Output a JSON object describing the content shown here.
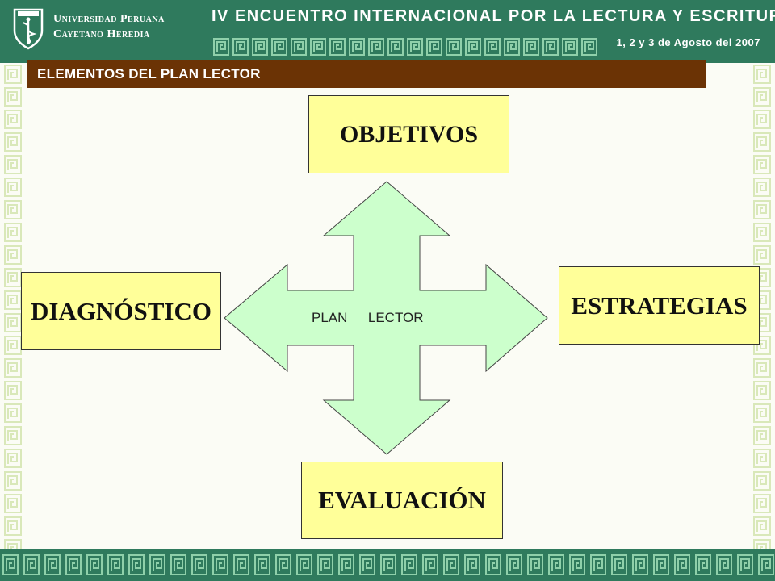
{
  "header": {
    "university_line1": "Universidad Peruana",
    "university_line2": "Cayetano Heredia",
    "event_title": "IV ENCUENTRO INTERNACIONAL POR LA LECTURA Y ESCRITURA",
    "event_date": "1, 2 y 3 de Agosto del 2007",
    "logo_icon": "caduceus-shield-icon"
  },
  "section": {
    "title": "ELEMENTOS DEL PLAN LECTOR"
  },
  "diagram": {
    "center_label_word1": "PLAN",
    "center_label_word2": "LECTOR",
    "top_box": "OBJETIVOS",
    "left_box": "DIAGNÓSTICO",
    "right_box": "ESTRATEGIAS",
    "bottom_box": "EVALUACIÓN"
  },
  "colors": {
    "brand_green": "#2f7a5d",
    "section_bar": "#6b3305",
    "box_fill": "#ffff99",
    "arrow_fill": "#ccffcc",
    "pattern_green": "#7cc29a"
  }
}
